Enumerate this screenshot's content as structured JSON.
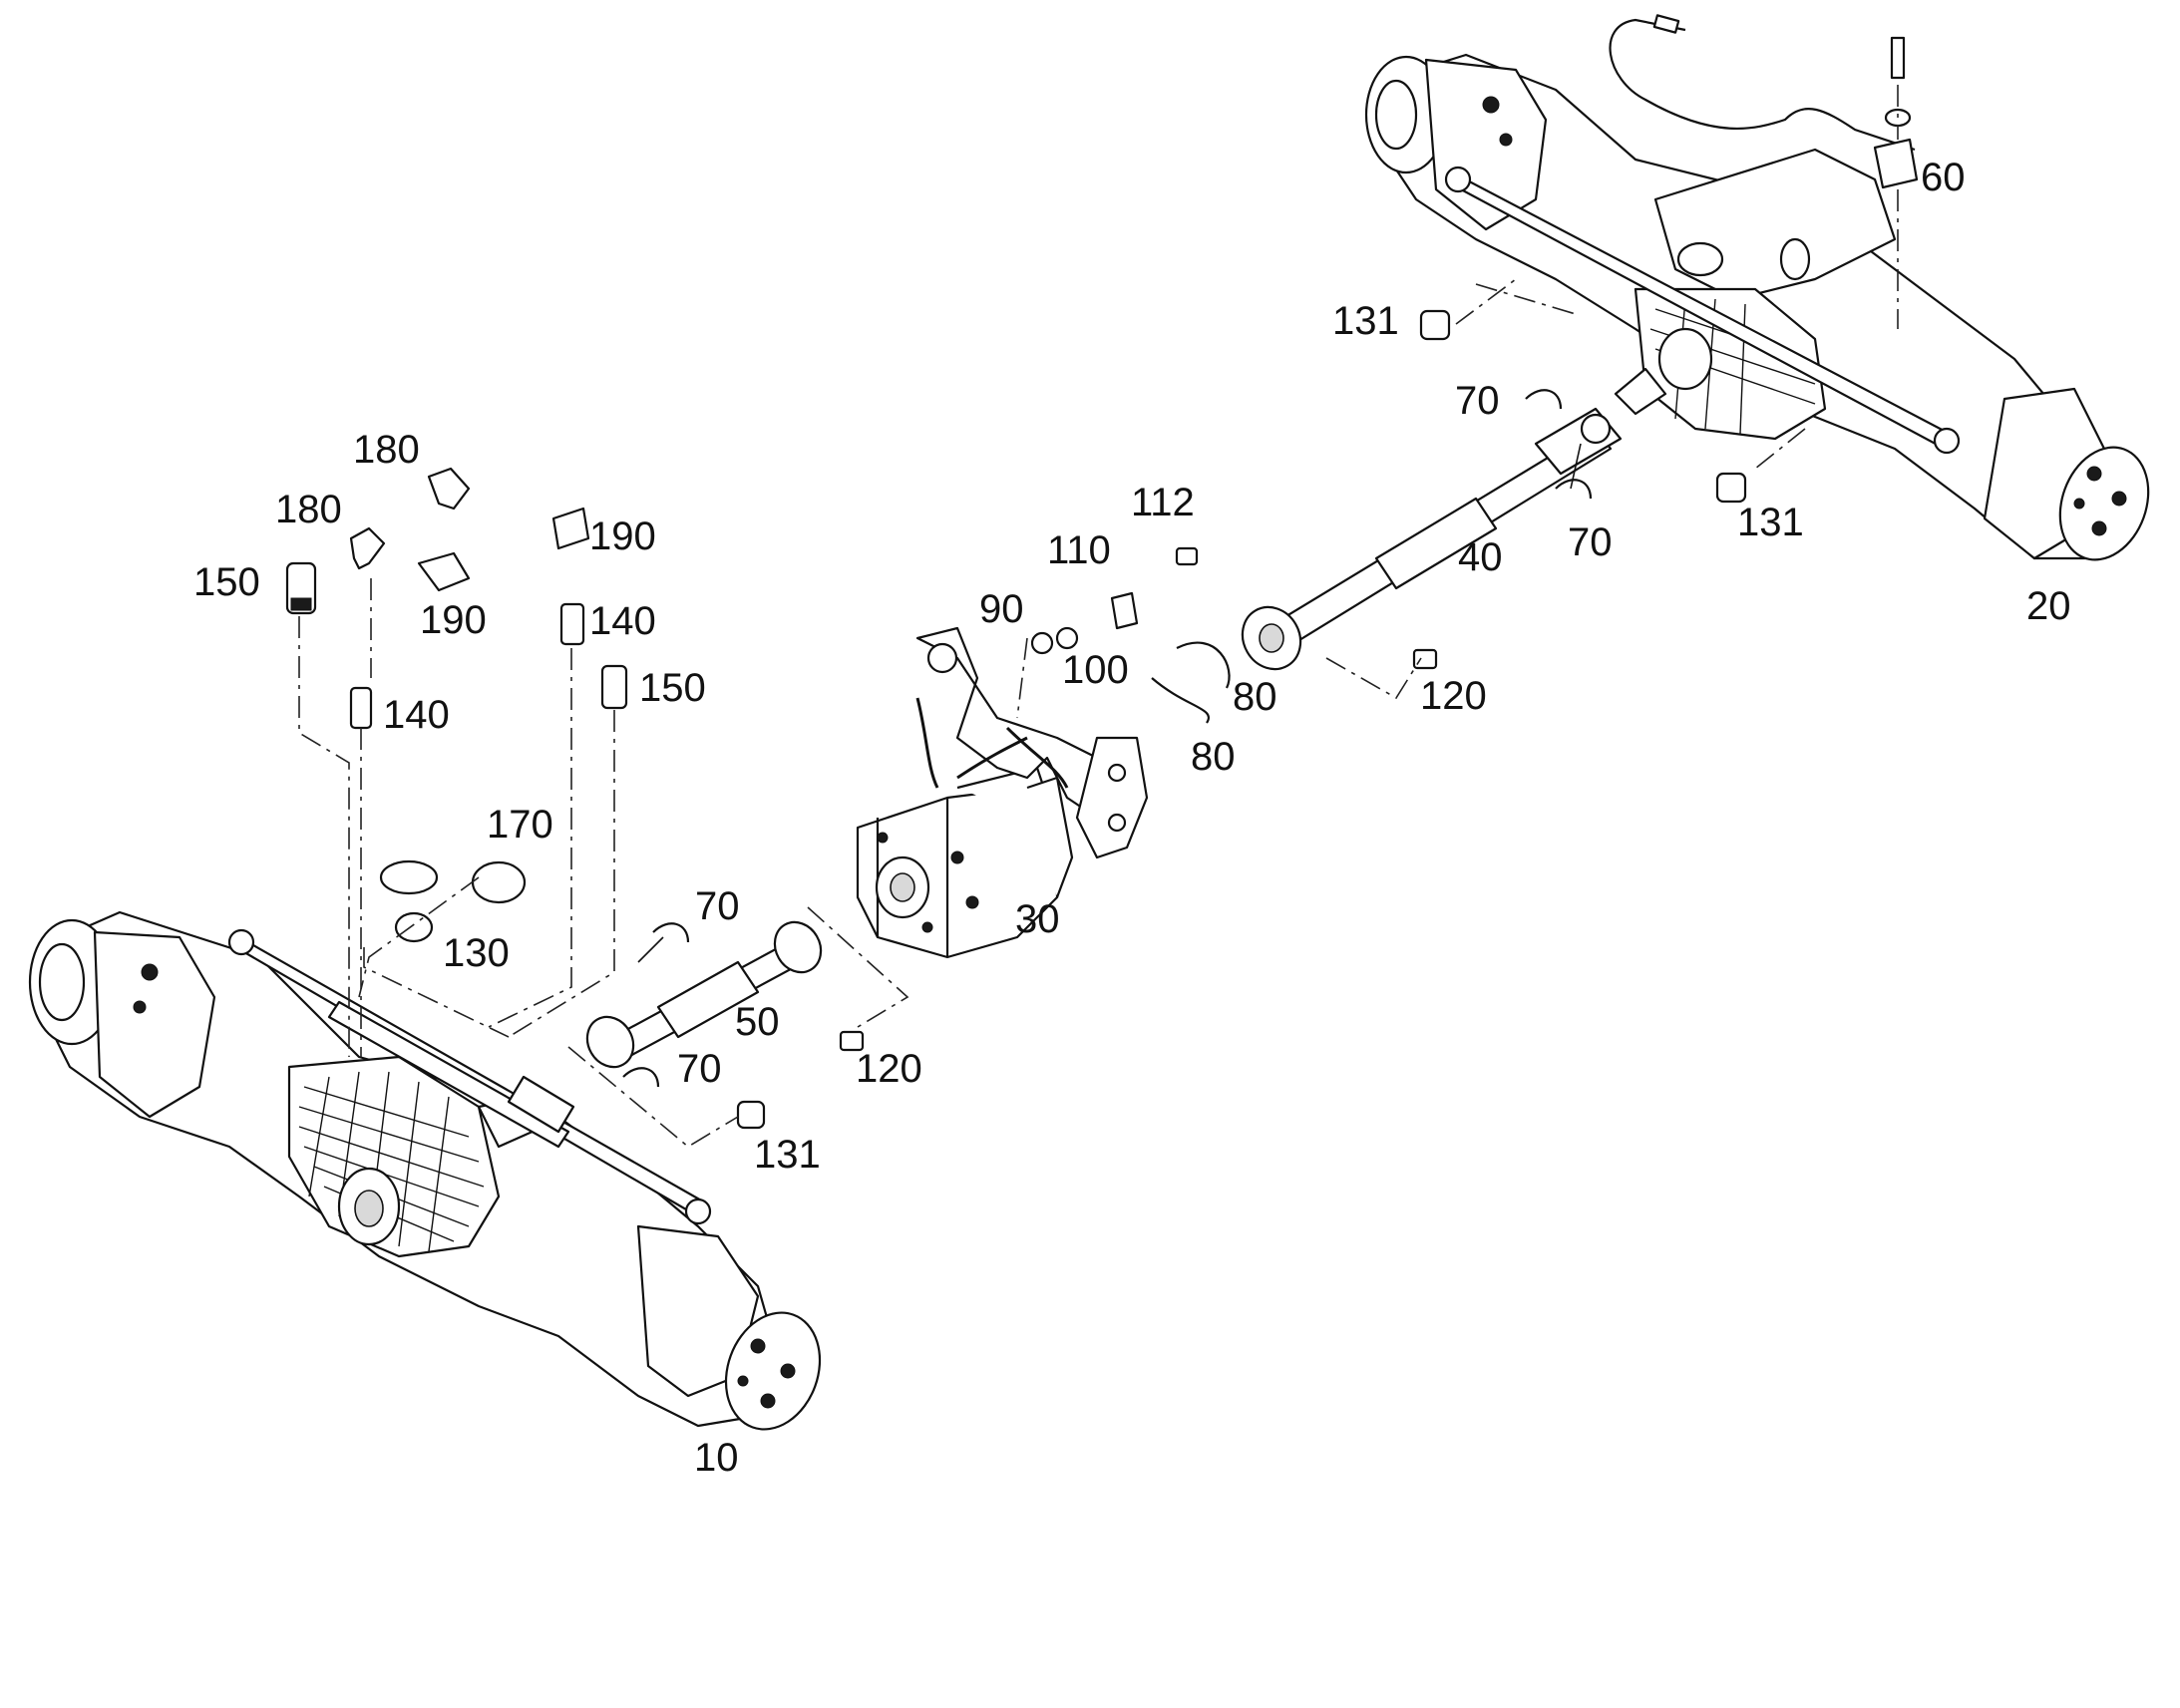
{
  "diagram": {
    "labels": {
      "part_10": "10",
      "part_20": "20",
      "part_30": "30",
      "part_40": "40",
      "part_50": "50",
      "part_60": "60",
      "part_70_a": "70",
      "part_70_b": "70",
      "part_70_c": "70",
      "part_70_d": "70",
      "part_80_a": "80",
      "part_80_b": "80",
      "part_90": "90",
      "part_100": "100",
      "part_110": "110",
      "part_112": "112",
      "part_120_a": "120",
      "part_120_b": "120",
      "part_130": "130",
      "part_131_a": "131",
      "part_131_b": "131",
      "part_131_c": "131",
      "part_140_a": "140",
      "part_140_b": "140",
      "part_150_a": "150",
      "part_150_b": "150",
      "part_170": "170",
      "part_180_a": "180",
      "part_180_b": "180",
      "part_190_a": "190",
      "part_190_b": "190"
    }
  }
}
